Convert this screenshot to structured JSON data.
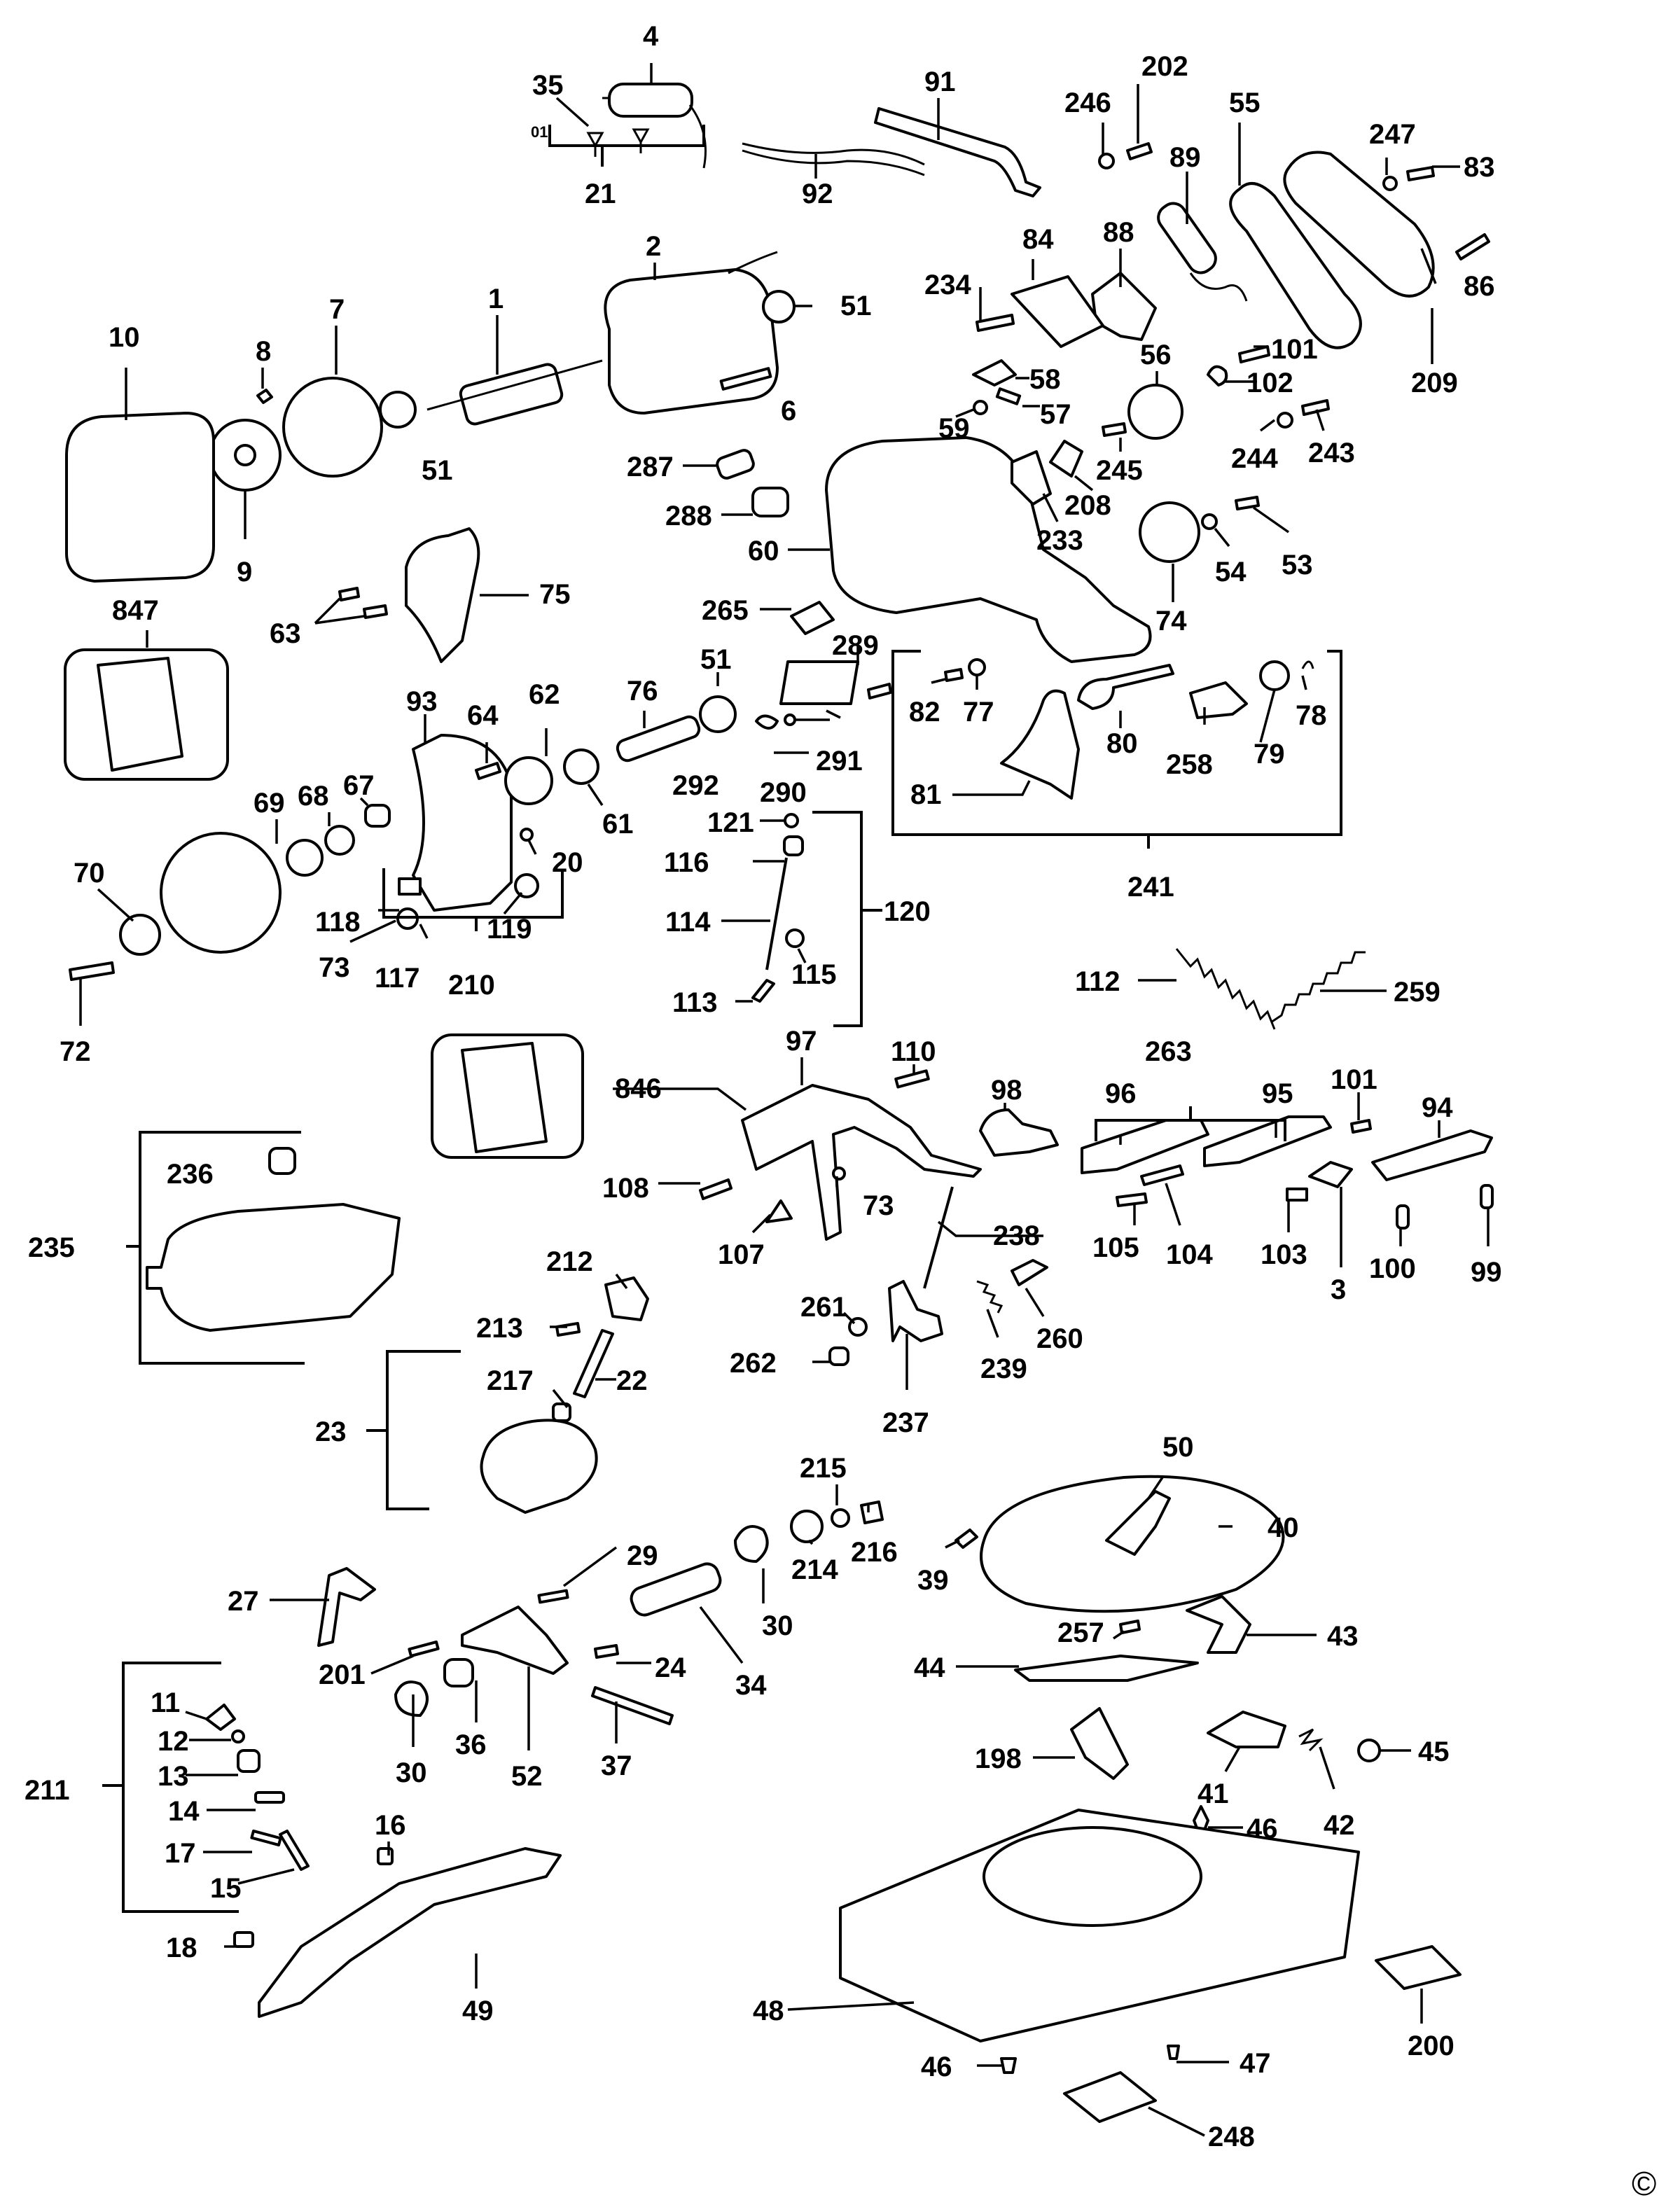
{
  "copyright": "©",
  "labels": {
    "l4": "4",
    "l35": "35",
    "l21": "21",
    "l92": "92",
    "l91": "91",
    "l246": "246",
    "l202": "202",
    "l89": "89",
    "l55": "55",
    "l247": "247",
    "l83": "83",
    "l86": "86",
    "l209": "209",
    "l88": "88",
    "l84": "84",
    "l234": "234",
    "l2": "2",
    "l51a": "51",
    "l1": "1",
    "l7": "7",
    "l8": "8",
    "l10": "10",
    "l9": "9",
    "l51b": "51",
    "l6": "6",
    "l58": "58",
    "l59": "59",
    "l57": "57",
    "l56": "56",
    "l101a": "101",
    "l102": "102",
    "l287": "287",
    "l288": "288",
    "l60": "60",
    "l245": "245",
    "l208": "208",
    "l233": "233",
    "l244": "244",
    "l243": "243",
    "l74": "74",
    "l54": "54",
    "l53": "53",
    "l75": "75",
    "l63": "63",
    "l847": "847",
    "l265": "265",
    "l289": "289",
    "l51c": "51",
    "l76": "76",
    "l82": "82",
    "l77": "77",
    "l78": "78",
    "l79": "79",
    "l80": "80",
    "l258": "258",
    "l81": "81",
    "l241": "241",
    "l93": "93",
    "l64": "64",
    "l62": "62",
    "l61": "61",
    "l292": "292",
    "l290": "290",
    "l291": "291",
    "l68": "68",
    "l69": "69",
    "l67": "67",
    "l20": "20",
    "l70": "70",
    "l118": "118",
    "l119": "119",
    "l73a": "73",
    "l117": "117",
    "l210": "210",
    "l72": "72",
    "l121": "121",
    "l116": "116",
    "l114": "114",
    "l120": "120",
    "l115": "115",
    "l113": "113",
    "l112": "112",
    "l259": "259",
    "l846": "846",
    "l97": "97",
    "l110": "110",
    "l98": "98",
    "l263": "263",
    "l96": "96",
    "l95": "95",
    "l101b": "101",
    "l94": "94",
    "l236": "236",
    "l108": "108",
    "l73b": "73",
    "l107": "107",
    "l105": "105",
    "l104": "104",
    "l103": "103",
    "l3": "3",
    "l100": "100",
    "l99": "99",
    "l235": "235",
    "l238": "238",
    "l212": "212",
    "l213": "213",
    "l217": "217",
    "l22": "22",
    "l23": "23",
    "l261": "261",
    "l262": "262",
    "l239": "239",
    "l260": "260",
    "l237": "237",
    "l50": "50",
    "l40": "40",
    "l215": "215",
    "l216": "216",
    "l214": "214",
    "l39": "39",
    "l29": "29",
    "l30a": "30",
    "l27": "27",
    "l257": "257",
    "l43": "43",
    "l34": "34",
    "l201": "201",
    "l24": "24",
    "l44": "44",
    "l11": "11",
    "l12": "12",
    "l13": "13",
    "l14": "14",
    "l17": "17",
    "l15": "15",
    "l211": "211",
    "l30b": "30",
    "l36": "36",
    "l52": "52",
    "l37": "37",
    "l198": "198",
    "l41": "41",
    "l42": "42",
    "l45": "45",
    "l46a": "46",
    "l16": "16",
    "l18": "18",
    "l49": "49",
    "l48": "48",
    "l200": "200",
    "l46b": "46",
    "l47": "47",
    "l248": "248"
  },
  "extra_text": {
    "tag01": "01"
  }
}
